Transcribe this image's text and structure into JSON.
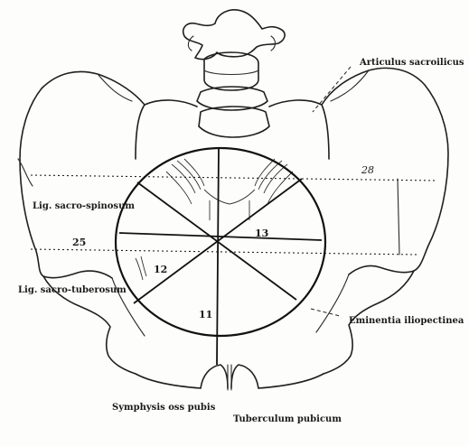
{
  "labels": {
    "articulus": "Articulus sacroilicus",
    "lig_spinosum": "Lig. sacro-spinosum",
    "lig_tuberosum": "Lig. sacro-tuberosum",
    "eminentia": "Eminentia iliopectinea",
    "symphysis": "Symphysis oss pubis",
    "tuberculum": "Tuberculum pubicum"
  },
  "measurements": {
    "transverse_outer": "28",
    "interspinous": "25",
    "oblique_right": "13",
    "oblique_left": "12",
    "conjugate": "11"
  }
}
